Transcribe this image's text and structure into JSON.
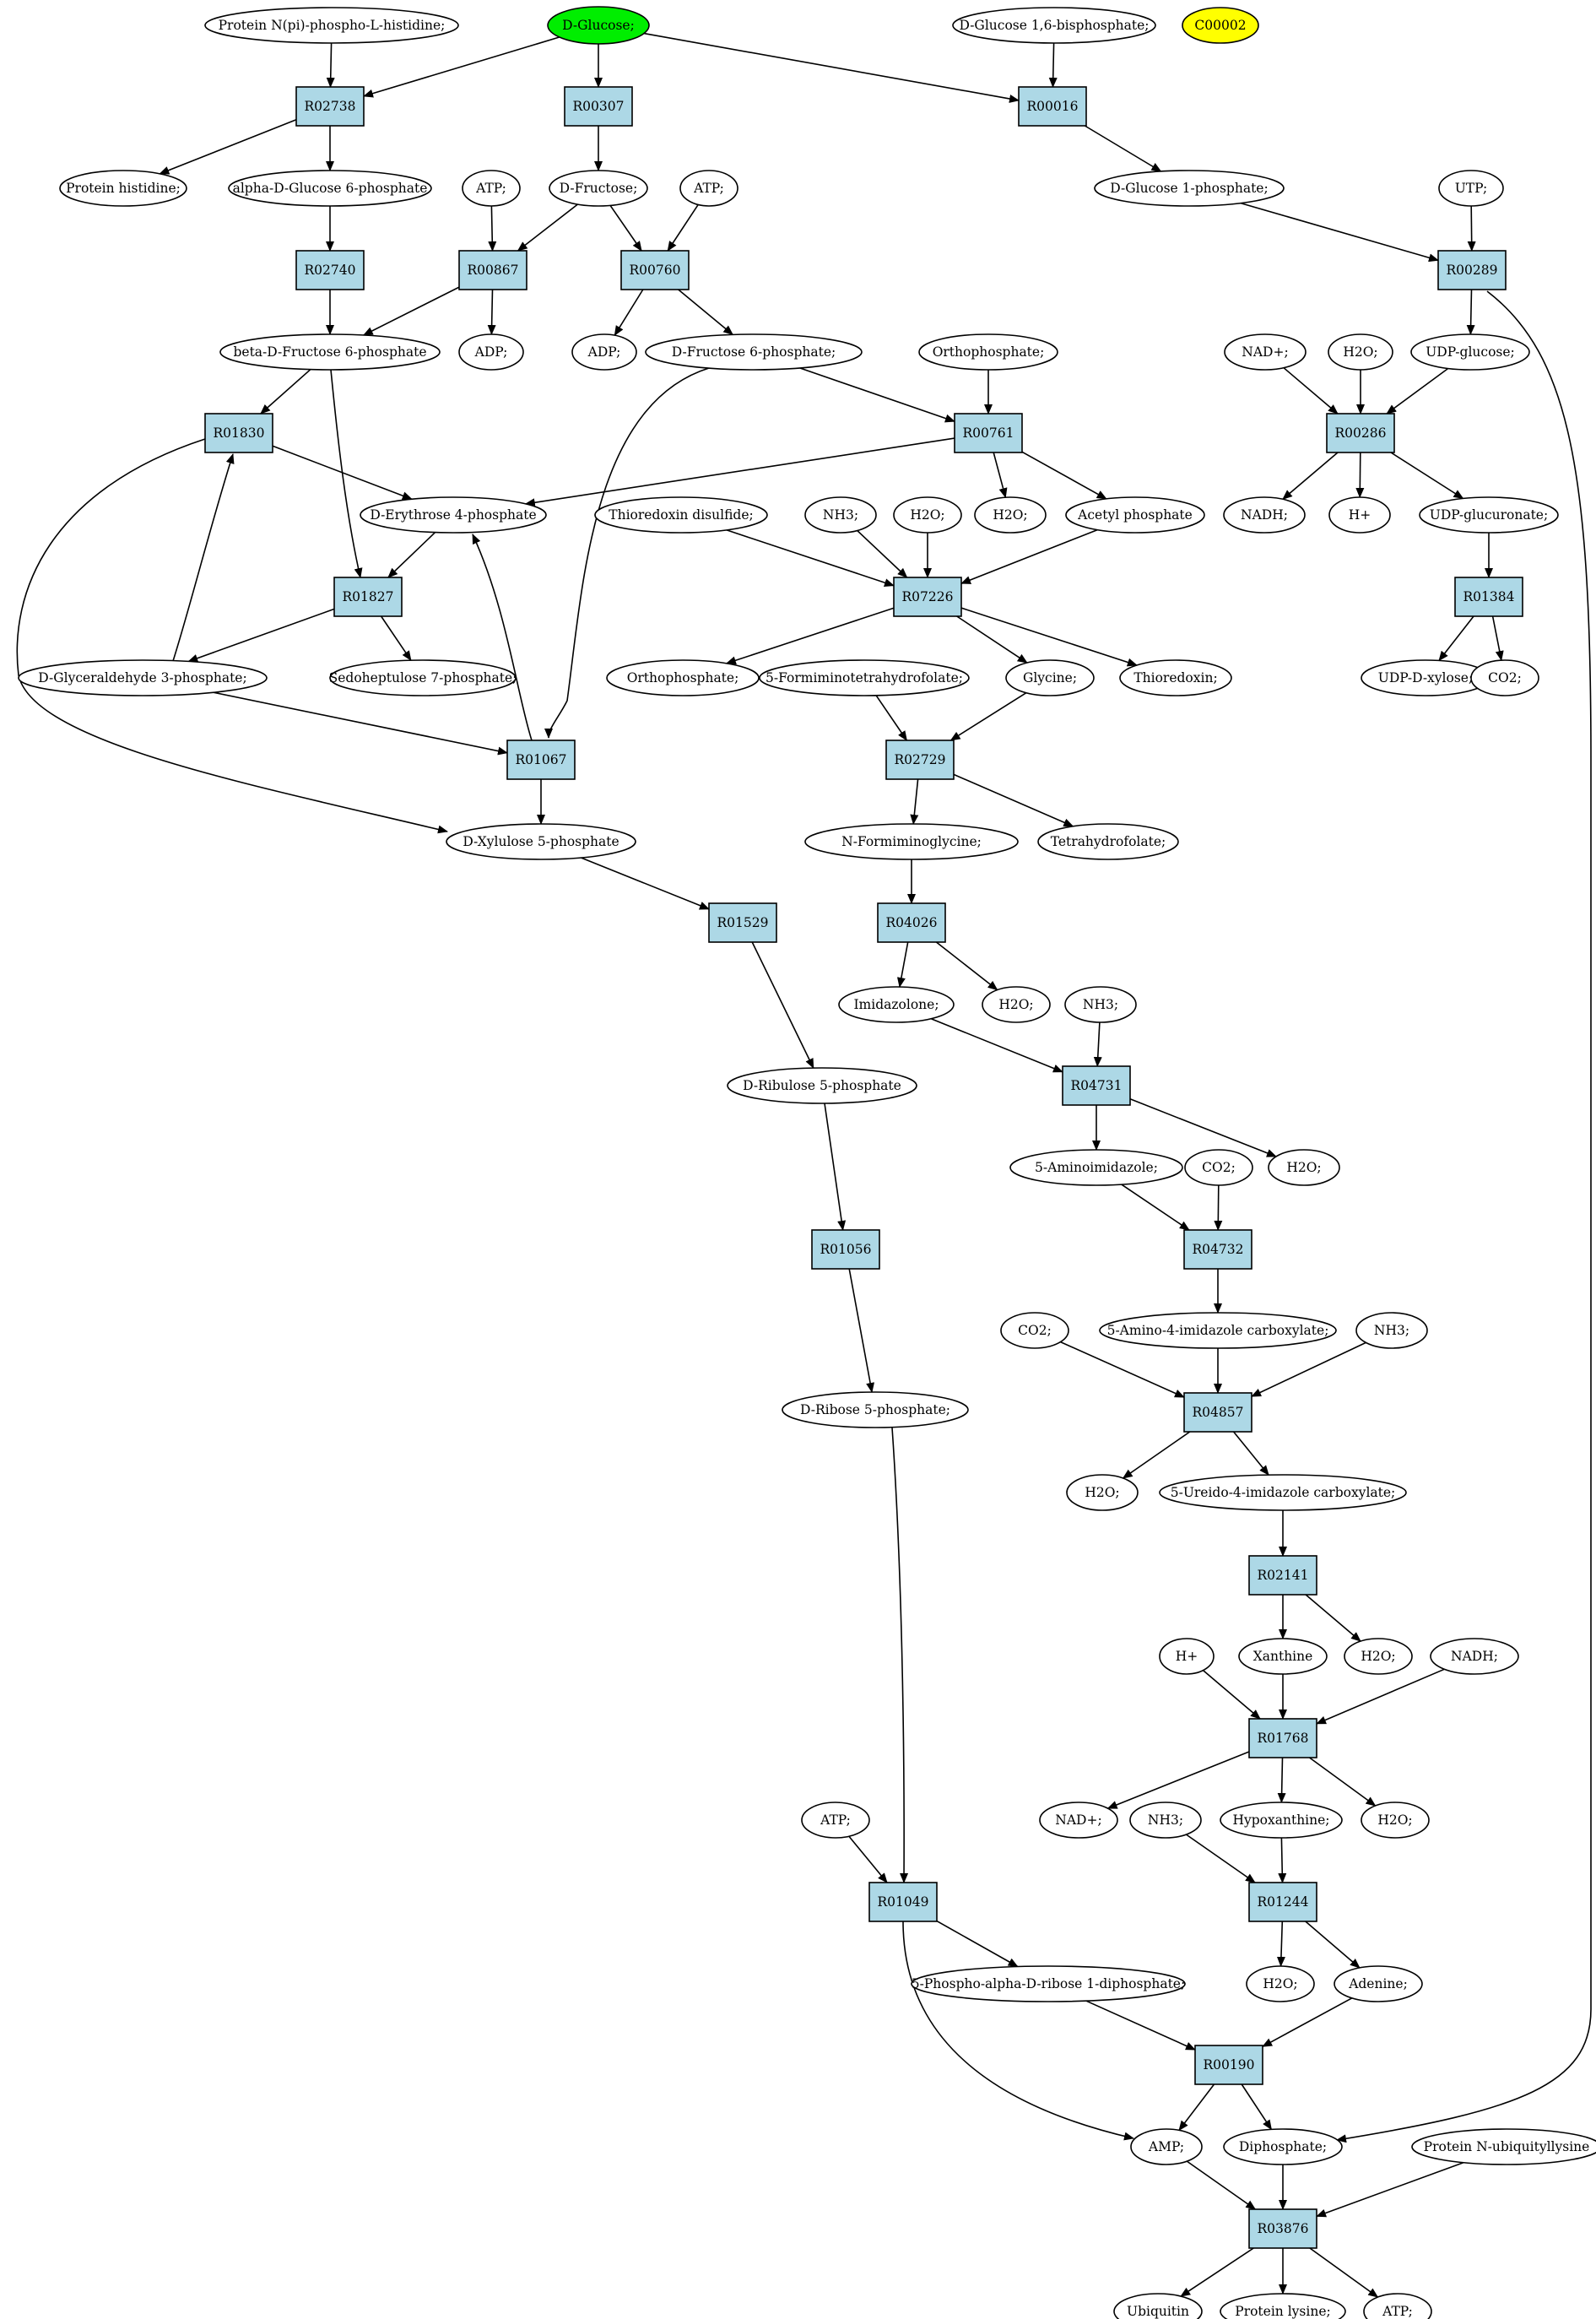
{
  "colors": {
    "node_fill": "#ffffff",
    "reaction_fill": "#add8e6",
    "start_fill": "#00ee00",
    "highlight_fill": "#ffff00",
    "edge": "#000000"
  },
  "metabolites": [
    {
      "id": "m1",
      "label": "Protein N(pi)-phospho-L-histidine;"
    },
    {
      "id": "m2",
      "label": "D-Glucose;",
      "fill": "#00ee00"
    },
    {
      "id": "m3",
      "label": "D-Glucose 1,6-bisphosphate;"
    },
    {
      "id": "m4",
      "label": "C00002",
      "fill": "#ffff00"
    },
    {
      "id": "m5",
      "label": "Protein histidine;"
    },
    {
      "id": "m6",
      "label": "alpha-D-Glucose 6-phosphate"
    },
    {
      "id": "m7",
      "label": "ATP;"
    },
    {
      "id": "m8",
      "label": "D-Fructose;"
    },
    {
      "id": "m9",
      "label": "ATP;"
    },
    {
      "id": "m10",
      "label": "D-Glucose 1-phosphate;"
    },
    {
      "id": "m11",
      "label": "UTP;"
    },
    {
      "id": "m12",
      "label": "beta-D-Fructose 6-phosphate"
    },
    {
      "id": "m13",
      "label": "ADP;"
    },
    {
      "id": "m14",
      "label": "ADP;"
    },
    {
      "id": "m15",
      "label": "D-Fructose 6-phosphate;"
    },
    {
      "id": "m16",
      "label": "Orthophosphate;"
    },
    {
      "id": "m17",
      "label": "NAD+;"
    },
    {
      "id": "m18",
      "label": "H2O;"
    },
    {
      "id": "m19",
      "label": "UDP-glucose;"
    },
    {
      "id": "m20",
      "label": "D-Erythrose 4-phosphate"
    },
    {
      "id": "m21",
      "label": "Thioredoxin disulfide;"
    },
    {
      "id": "m22",
      "label": "NH3;"
    },
    {
      "id": "m23",
      "label": "H2O;"
    },
    {
      "id": "m24",
      "label": "H2O;"
    },
    {
      "id": "m25",
      "label": "Acetyl phosphate"
    },
    {
      "id": "m26",
      "label": "NADH;"
    },
    {
      "id": "m27",
      "label": "H+"
    },
    {
      "id": "m28",
      "label": "UDP-glucuronate;"
    },
    {
      "id": "m29",
      "label": "D-Glyceraldehyde 3-phosphate;"
    },
    {
      "id": "m30",
      "label": "Sedoheptulose 7-phosphate;"
    },
    {
      "id": "m31",
      "label": "Orthophosphate;"
    },
    {
      "id": "m32",
      "label": "5-Formiminotetrahydrofolate;"
    },
    {
      "id": "m33",
      "label": "Glycine;"
    },
    {
      "id": "m34",
      "label": "Thioredoxin;"
    },
    {
      "id": "m35",
      "label": "UDP-D-xylose;"
    },
    {
      "id": "m36",
      "label": "CO2;"
    },
    {
      "id": "m37",
      "label": "D-Xylulose 5-phosphate"
    },
    {
      "id": "m38",
      "label": "N-Formiminoglycine;"
    },
    {
      "id": "m39",
      "label": "Tetrahydrofolate;"
    },
    {
      "id": "m40",
      "label": "Imidazolone;"
    },
    {
      "id": "m41",
      "label": "H2O;"
    },
    {
      "id": "m42",
      "label": "NH3;"
    },
    {
      "id": "m43",
      "label": "D-Ribulose 5-phosphate"
    },
    {
      "id": "m44",
      "label": "5-Aminoimidazole;"
    },
    {
      "id": "m45",
      "label": "CO2;"
    },
    {
      "id": "m46",
      "label": "H2O;"
    },
    {
      "id": "m47",
      "label": "CO2;"
    },
    {
      "id": "m48",
      "label": "5-Amino-4-imidazole carboxylate;"
    },
    {
      "id": "m49",
      "label": "NH3;"
    },
    {
      "id": "m50",
      "label": "D-Ribose 5-phosphate;"
    },
    {
      "id": "m51",
      "label": "H2O;"
    },
    {
      "id": "m52",
      "label": "5-Ureido-4-imidazole carboxylate;"
    },
    {
      "id": "m53",
      "label": "H+"
    },
    {
      "id": "m54",
      "label": "Xanthine"
    },
    {
      "id": "m55",
      "label": "H2O;"
    },
    {
      "id": "m56",
      "label": "NADH;"
    },
    {
      "id": "m57",
      "label": "ATP;"
    },
    {
      "id": "m58",
      "label": "NAD+;"
    },
    {
      "id": "m59",
      "label": "NH3;"
    },
    {
      "id": "m60",
      "label": "Hypoxanthine;"
    },
    {
      "id": "m61",
      "label": "H2O;"
    },
    {
      "id": "m62",
      "label": "5-Phospho-alpha-D-ribose 1-diphosphate;"
    },
    {
      "id": "m63",
      "label": "H2O;"
    },
    {
      "id": "m64",
      "label": "Adenine;"
    },
    {
      "id": "m65",
      "label": "AMP;"
    },
    {
      "id": "m66",
      "label": "Diphosphate;"
    },
    {
      "id": "m67",
      "label": "Protein N-ubiquityllysine"
    },
    {
      "id": "m68",
      "label": "Ubiquitin"
    },
    {
      "id": "m69",
      "label": "Protein lysine;"
    },
    {
      "id": "m70",
      "label": "ATP;"
    }
  ],
  "reactions": [
    {
      "id": "r1",
      "label": "R02738"
    },
    {
      "id": "r2",
      "label": "R00307"
    },
    {
      "id": "r3",
      "label": "R00016"
    },
    {
      "id": "r4",
      "label": "R02740"
    },
    {
      "id": "r5",
      "label": "R00867"
    },
    {
      "id": "r6",
      "label": "R00760"
    },
    {
      "id": "r7",
      "label": "R00289"
    },
    {
      "id": "r8",
      "label": "R01830"
    },
    {
      "id": "r9",
      "label": "R00761"
    },
    {
      "id": "r10",
      "label": "R00286"
    },
    {
      "id": "r11",
      "label": "R01827"
    },
    {
      "id": "r12",
      "label": "R07226"
    },
    {
      "id": "r13",
      "label": "R01384"
    },
    {
      "id": "r14",
      "label": "R01067"
    },
    {
      "id": "r15",
      "label": "R02729"
    },
    {
      "id": "r16",
      "label": "R01529"
    },
    {
      "id": "r17",
      "label": "R04026"
    },
    {
      "id": "r18",
      "label": "R04731"
    },
    {
      "id": "r19",
      "label": "R01056"
    },
    {
      "id": "r20",
      "label": "R04732"
    },
    {
      "id": "r21",
      "label": "R04857"
    },
    {
      "id": "r22",
      "label": "R02141"
    },
    {
      "id": "r23",
      "label": "R01768"
    },
    {
      "id": "r24",
      "label": "R01049"
    },
    {
      "id": "r25",
      "label": "R01244"
    },
    {
      "id": "r26",
      "label": "R00190"
    },
    {
      "id": "r27",
      "label": "R03876"
    }
  ],
  "edges": [
    [
      "m1",
      "r1"
    ],
    [
      "m2",
      "r1"
    ],
    [
      "r1",
      "m5"
    ],
    [
      "r1",
      "m6"
    ],
    [
      "m2",
      "r2"
    ],
    [
      "r2",
      "m8"
    ],
    [
      "m2",
      "r3"
    ],
    [
      "m3",
      "r3"
    ],
    [
      "r3",
      "m10"
    ],
    [
      "m6",
      "r4"
    ],
    [
      "r4",
      "m12"
    ],
    [
      "m7",
      "r5"
    ],
    [
      "m8",
      "r5"
    ],
    [
      "r5",
      "m12"
    ],
    [
      "r5",
      "m13"
    ],
    [
      "m8",
      "r6"
    ],
    [
      "m9",
      "r6"
    ],
    [
      "r6",
      "m14"
    ],
    [
      "r6",
      "m15"
    ],
    [
      "m10",
      "r7"
    ],
    [
      "m11",
      "r7"
    ],
    [
      "r7",
      "m19"
    ],
    [
      "r7",
      "m66"
    ],
    [
      "m12",
      "r8"
    ],
    [
      "m12",
      "r11"
    ],
    [
      "m29",
      "r8"
    ],
    [
      "r8",
      "m20"
    ],
    [
      "r8",
      "m37"
    ],
    [
      "m15",
      "r9"
    ],
    [
      "m16",
      "r9"
    ],
    [
      "r9",
      "m20"
    ],
    [
      "r9",
      "m24"
    ],
    [
      "r9",
      "m25"
    ],
    [
      "m15",
      "r14"
    ],
    [
      "m17",
      "r10"
    ],
    [
      "m18",
      "r10"
    ],
    [
      "m19",
      "r10"
    ],
    [
      "r10",
      "m26"
    ],
    [
      "r10",
      "m27"
    ],
    [
      "r10",
      "m28"
    ],
    [
      "m20",
      "r11"
    ],
    [
      "r11",
      "m29"
    ],
    [
      "r11",
      "m30"
    ],
    [
      "m21",
      "r12"
    ],
    [
      "m22",
      "r12"
    ],
    [
      "m23",
      "r12"
    ],
    [
      "m25",
      "r12"
    ],
    [
      "r12",
      "m31"
    ],
    [
      "r12",
      "m33"
    ],
    [
      "r12",
      "m34"
    ],
    [
      "m28",
      "r13"
    ],
    [
      "r13",
      "m35"
    ],
    [
      "r13",
      "m36"
    ],
    [
      "m29",
      "r14"
    ],
    [
      "r14",
      "m20"
    ],
    [
      "r14",
      "m37"
    ],
    [
      "m32",
      "r15"
    ],
    [
      "m33",
      "r15"
    ],
    [
      "r15",
      "m38"
    ],
    [
      "r15",
      "m39"
    ],
    [
      "m37",
      "r16"
    ],
    [
      "r16",
      "m43"
    ],
    [
      "m38",
      "r17"
    ],
    [
      "r17",
      "m40"
    ],
    [
      "r17",
      "m41"
    ],
    [
      "m40",
      "r18"
    ],
    [
      "m42",
      "r18"
    ],
    [
      "r18",
      "m44"
    ],
    [
      "r18",
      "m46"
    ],
    [
      "m43",
      "r19"
    ],
    [
      "r19",
      "m50"
    ],
    [
      "m44",
      "r20"
    ],
    [
      "m45",
      "r20"
    ],
    [
      "r20",
      "m48"
    ],
    [
      "m47",
      "r21"
    ],
    [
      "m48",
      "r21"
    ],
    [
      "m49",
      "r21"
    ],
    [
      "r21",
      "m51"
    ],
    [
      "r21",
      "m52"
    ],
    [
      "m52",
      "r22"
    ],
    [
      "r22",
      "m54"
    ],
    [
      "r22",
      "m55"
    ],
    [
      "m53",
      "r23"
    ],
    [
      "m54",
      "r23"
    ],
    [
      "m56",
      "r23"
    ],
    [
      "r23",
      "m58"
    ],
    [
      "r23",
      "m60"
    ],
    [
      "r23",
      "m61"
    ],
    [
      "m50",
      "r24"
    ],
    [
      "m57",
      "r24"
    ],
    [
      "r24",
      "m62"
    ],
    [
      "r24",
      "m65"
    ],
    [
      "m59",
      "r25"
    ],
    [
      "m60",
      "r25"
    ],
    [
      "r25",
      "m63"
    ],
    [
      "r25",
      "m64"
    ],
    [
      "m62",
      "r26"
    ],
    [
      "m64",
      "r26"
    ],
    [
      "r26",
      "m65"
    ],
    [
      "r26",
      "m66"
    ],
    [
      "m65",
      "r27"
    ],
    [
      "m66",
      "r27"
    ],
    [
      "m67",
      "r27"
    ],
    [
      "r27",
      "m68"
    ],
    [
      "r27",
      "m69"
    ],
    [
      "r27",
      "m70"
    ]
  ]
}
